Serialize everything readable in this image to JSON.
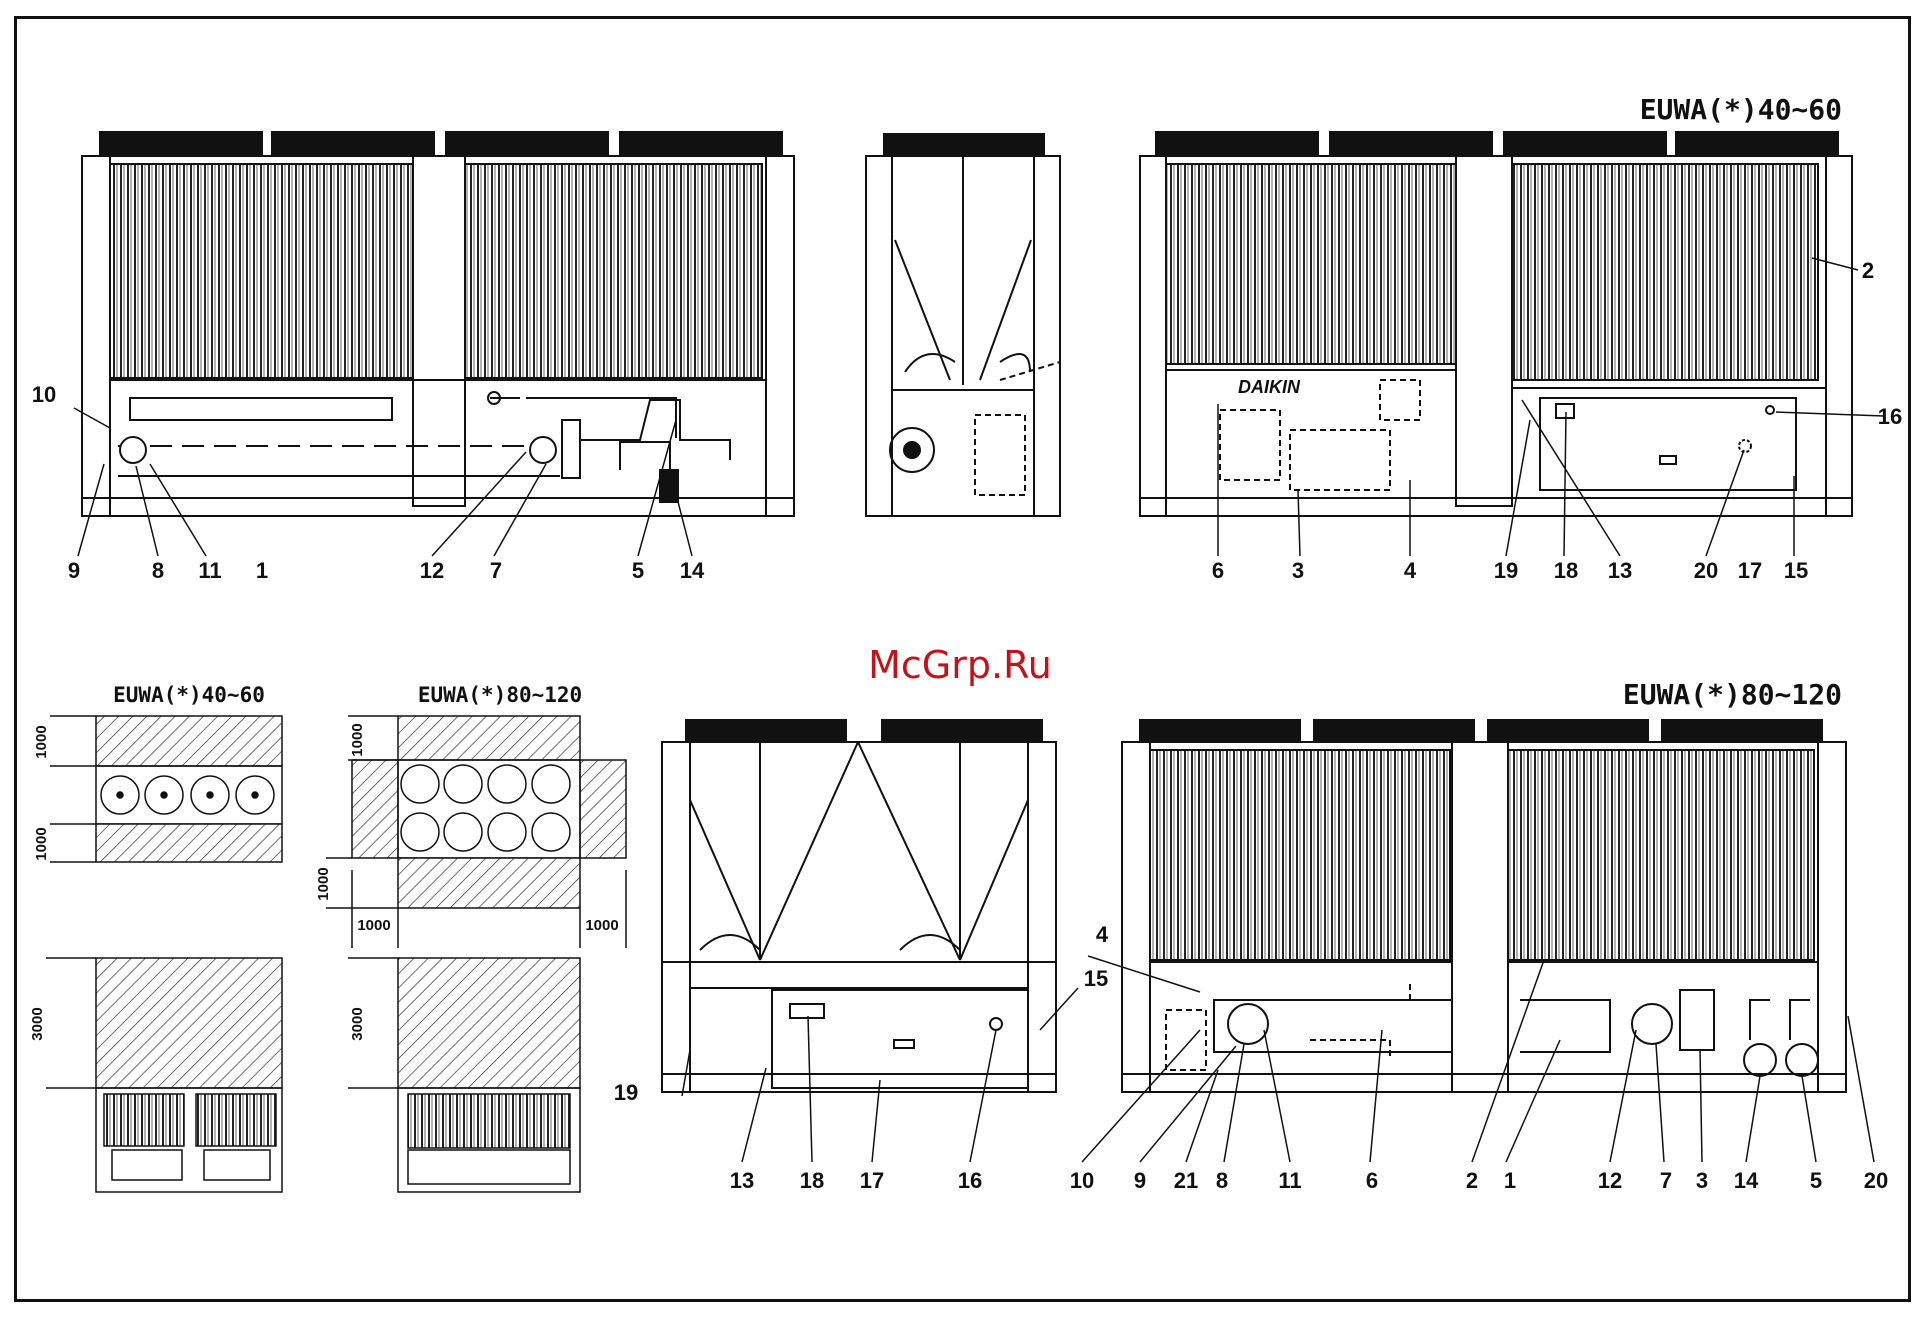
{
  "captions": {
    "top_right": "EUWA(*)40~60",
    "bottom_right": "EUWA(*)80~120",
    "plan_small": "EUWA(*)40~60",
    "plan_large": "EUWA(*)80~120"
  },
  "watermark": "McGrp.Ru",
  "brand_logo": "DAIKIN",
  "dimensions": {
    "d1000": "1000",
    "d3000": "3000"
  },
  "callouts": {
    "top_left": [
      "9",
      "8",
      "11",
      "1",
      "12",
      "7",
      "5",
      "14",
      "10"
    ],
    "top_right": [
      "6",
      "3",
      "4",
      "19",
      "18",
      "13",
      "20",
      "17",
      "15",
      "2",
      "16"
    ],
    "bottom_mid": [
      "13",
      "18",
      "17",
      "16",
      "19",
      "15"
    ],
    "bottom_right": [
      "10",
      "9",
      "21",
      "8",
      "11",
      "6",
      "2",
      "1",
      "12",
      "7",
      "3",
      "14",
      "5",
      "20",
      "4"
    ]
  },
  "colors": {
    "line": "#111111",
    "watermark": "#c0141c"
  }
}
